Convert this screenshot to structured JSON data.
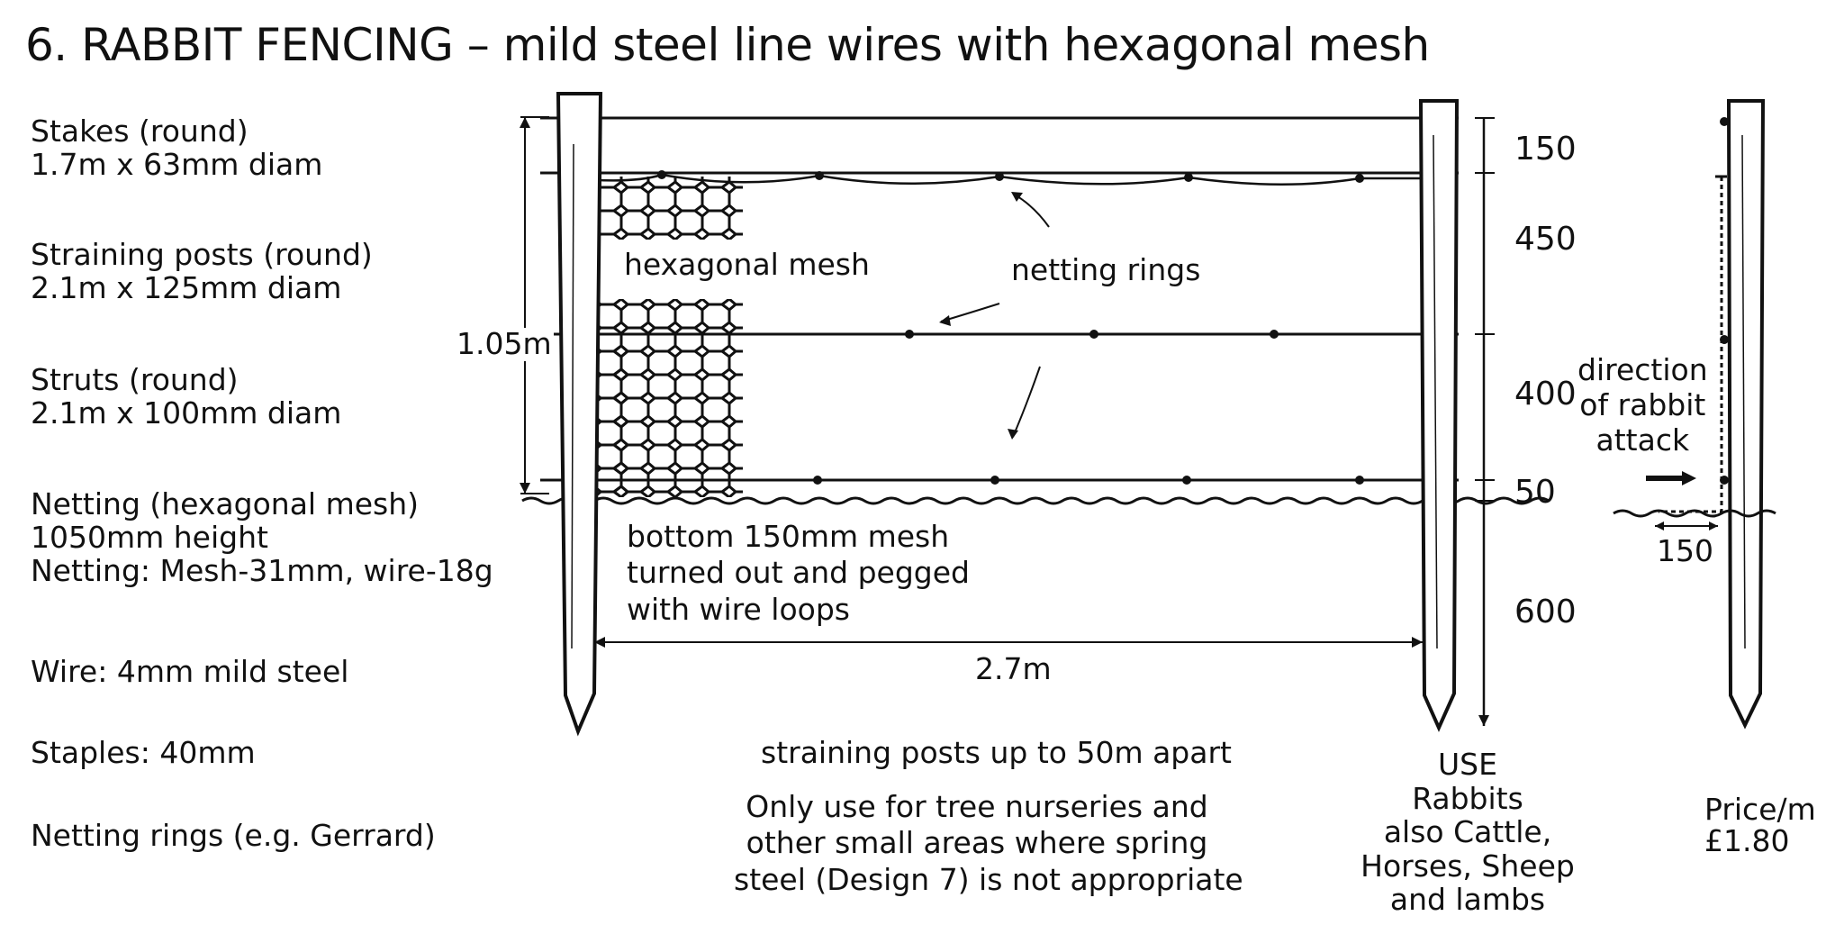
{
  "title": "6. RABBIT FENCING – mild steel line wires with hexagonal mesh",
  "specs": [
    {
      "line1": "Stakes (round)",
      "line2": "1.7m x 63mm diam"
    },
    {
      "line1": "Straining posts (round)",
      "line2": "2.1m x 125mm diam"
    },
    {
      "line1": "Struts (round)",
      "line2": "2.1m x 100mm diam"
    },
    {
      "line1": "Netting (hexagonal mesh)",
      "line2": "1050mm height",
      "line3": "Netting: Mesh-31mm,  wire-18g"
    },
    {
      "line1": "Wire: 4mm mild steel"
    },
    {
      "line1": "Staples: 40mm"
    },
    {
      "line1": "Netting rings (e.g. Gerrard)"
    }
  ],
  "labels": {
    "hex_mesh": "hexagonal mesh",
    "netting_rings": "netting rings",
    "height": "1.05m",
    "bottom_mesh": [
      "bottom 150mm mesh",
      "turned out and pegged",
      "with wire loops"
    ],
    "span": "2.7m",
    "direction": [
      "direction",
      "of rabbit",
      "attack"
    ],
    "turn_out": "150"
  },
  "wire_spacings": [
    "150",
    "450",
    "400",
    "50",
    "600"
  ],
  "notes": {
    "post_spacing": "straining posts up to 50m apart",
    "usage_note": [
      "Only use for tree nurseries and",
      "other small areas where spring",
      "steel (Design 7) is not appropriate"
    ]
  },
  "use": {
    "heading": "USE",
    "lines": [
      "Rabbits",
      "also Cattle,",
      "Horses, Sheep",
      "and lambs"
    ]
  },
  "price": {
    "label": "Price/m",
    "value": "£1.80"
  }
}
